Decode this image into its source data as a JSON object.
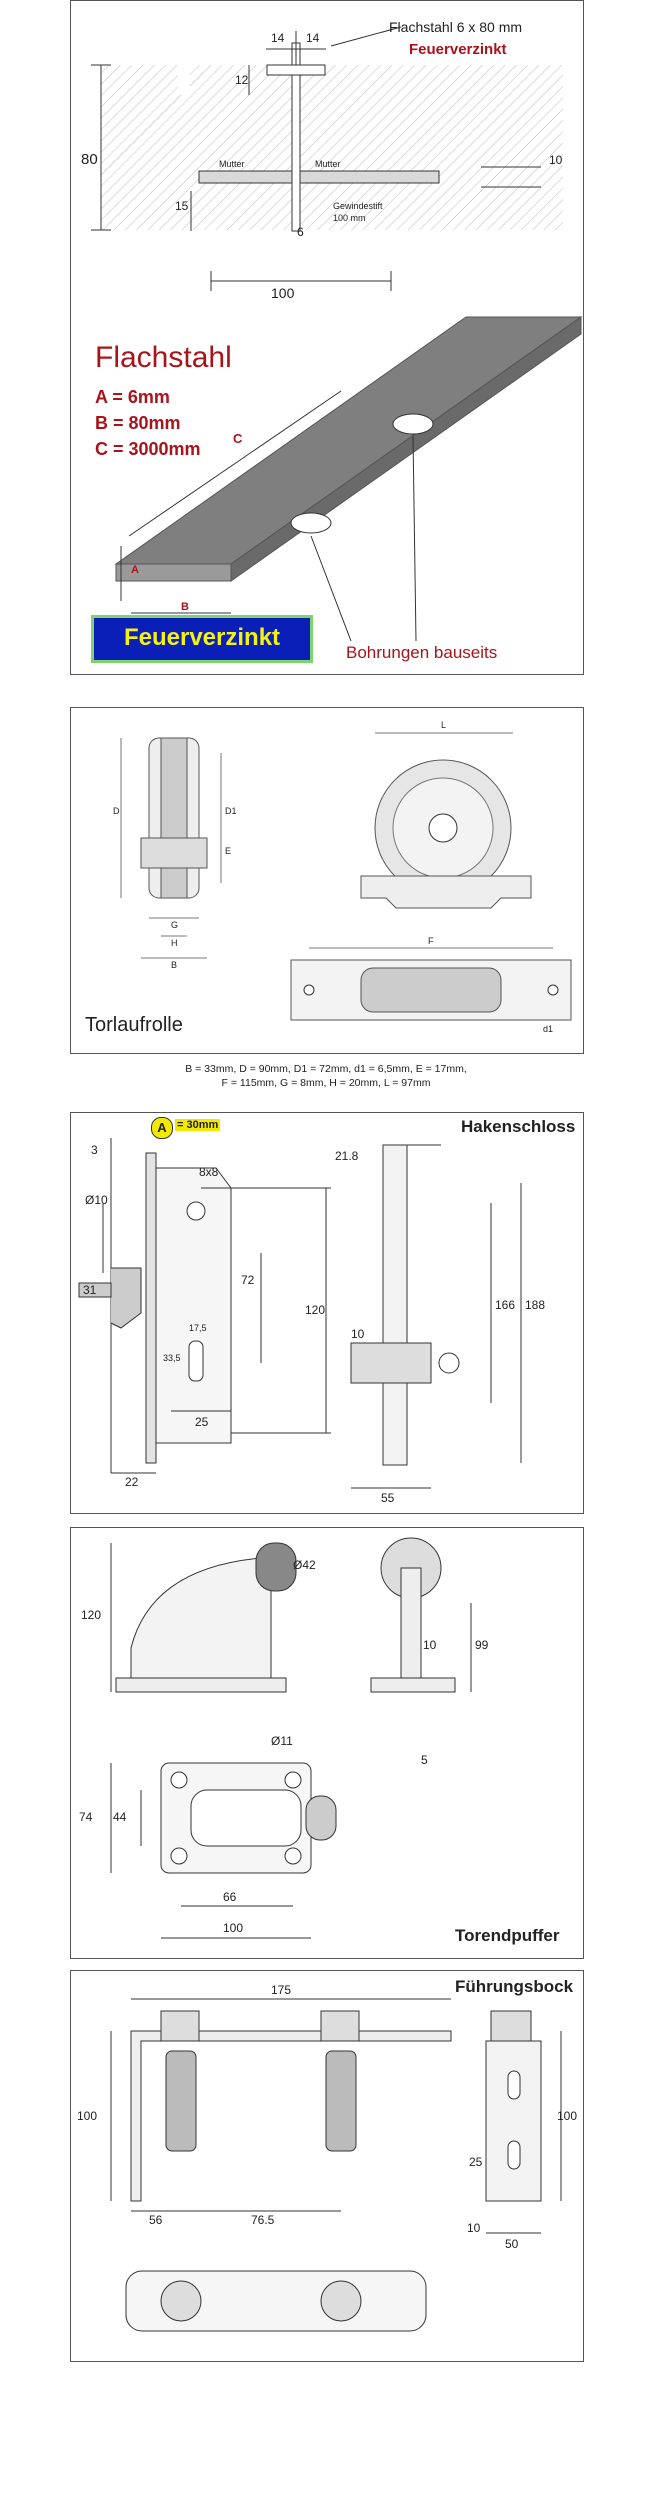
{
  "flachstahl_panel": {
    "header_title": "Flachstahl 6 x 80 mm",
    "header_sub": "Feuerverzinkt",
    "dims": {
      "d14a": "14",
      "d14b": "14",
      "d12": "12",
      "d80": "80",
      "d10": "10",
      "d15": "15",
      "d6": "6",
      "d100": "100"
    },
    "mutter_left": "Mutter",
    "mutter_right": "Mutter",
    "gewindestift": "Gewindestift",
    "gewindestift_len": "100 mm",
    "title": "Flachstahl",
    "spec_a": "A = 6mm",
    "spec_b": "B = 80mm",
    "spec_c": "C = 3000mm",
    "label_a": "A",
    "label_b": "B",
    "label_c": "C",
    "badge": "Feuerverzinkt",
    "bohrungen": "Bohrungen bauseits"
  },
  "torlaufrolle_panel": {
    "title": "Torlaufrolle",
    "labels": {
      "L": "L",
      "D": "D",
      "D1": "D1",
      "E": "E",
      "G": "G",
      "H": "H",
      "B": "B",
      "F": "F",
      "d1": "d1"
    },
    "spec_line1": "B = 33mm, D = 90mm, D1 = 72mm, d1 = 6,5mm, E = 17mm,",
    "spec_line2": "F = 115mm, G = 8mm, H = 20mm, L = 97mm"
  },
  "hakenschloss_panel": {
    "title": "Hakenschloss",
    "badge_letter": "A",
    "badge_value": "= 30mm",
    "dims": {
      "d3": "3",
      "d10": "Ø10",
      "d8x8": "8x8",
      "d31": "31",
      "d72": "72",
      "d120": "120",
      "d17_5": "17,5",
      "d33_5": "33,5",
      "d25": "25",
      "d22": "22",
      "d21_8": "21.8",
      "d10b": "10",
      "d166": "166",
      "d188": "188",
      "d55": "55"
    }
  },
  "torendpuffer_panel": {
    "title": "Torendpuffer",
    "dims": {
      "d120": "120",
      "d42": "Ø42",
      "d10": "10",
      "d99": "99",
      "d11": "Ø11",
      "d5": "5",
      "d74": "74",
      "d44": "44",
      "d66": "66",
      "d100": "100"
    }
  },
  "fuehrungsbock_panel": {
    "title": "Führungsbock",
    "dims": {
      "d175": "175",
      "d100l": "100",
      "d100r": "100",
      "d25": "25",
      "d56": "56",
      "d76_5": "76.5",
      "d10": "10",
      "d50": "50"
    }
  },
  "colors": {
    "accent_red": "#a8141b",
    "badge_blue": "#0a1fb8",
    "badge_yellow": "#f6f30a",
    "badge_border": "#7ed36b",
    "steel": "#7f7f7f"
  }
}
